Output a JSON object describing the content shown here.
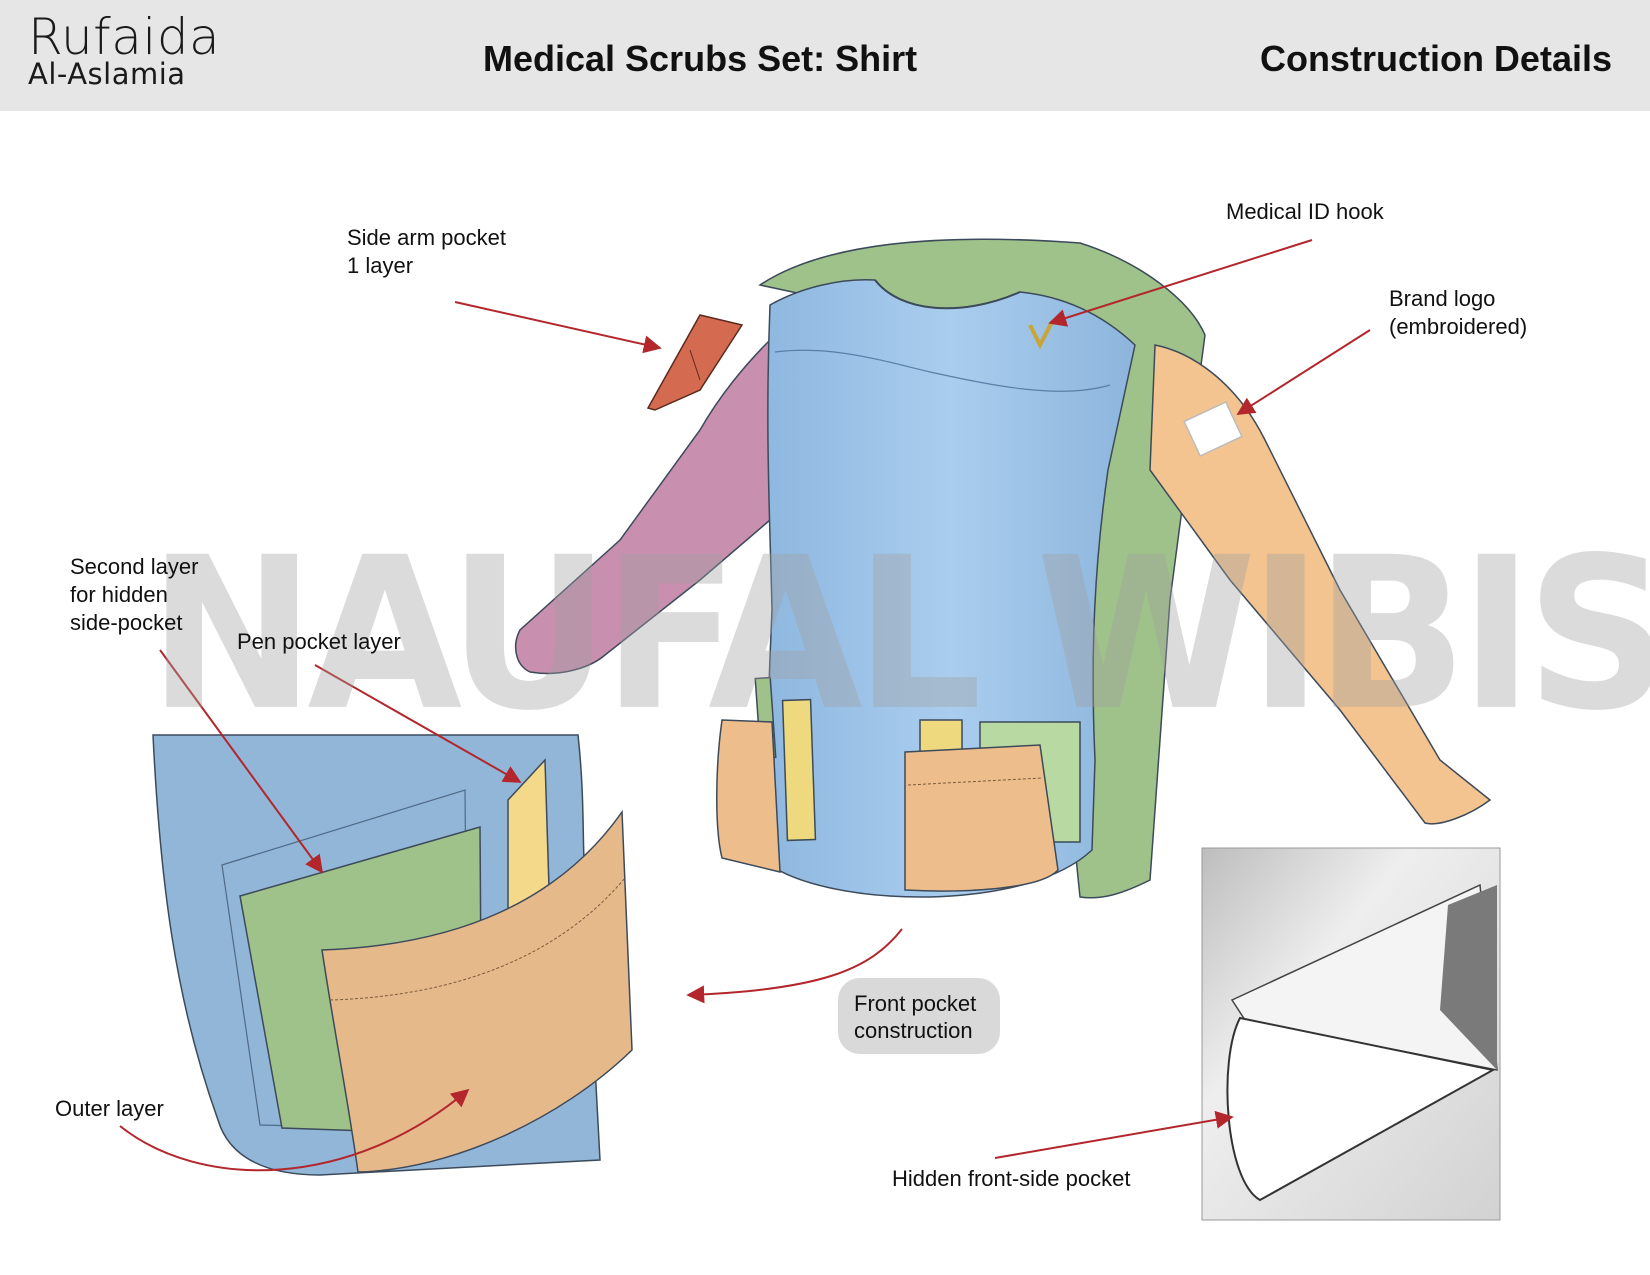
{
  "header": {
    "brand_line1": "Rufaida",
    "brand_line2": "Al-Aslamia",
    "title": "Medical Scrubs Set: Shirt",
    "subtitle": "Construction Details"
  },
  "labels": {
    "side_arm_pocket": "Side arm pocket\n1 layer",
    "medical_id_hook": "Medical ID hook",
    "brand_logo": "Brand logo\n(embroidered)",
    "second_layer": "Second layer\nfor hidden\nside-pocket",
    "pen_pocket": "Pen pocket layer",
    "outer_layer": "Outer layer",
    "front_pocket": "Front pocket\nconstruction",
    "hidden_pocket": "Hidden front-side pocket"
  },
  "watermark": "NAUFAL WIBISONO",
  "colors": {
    "body_blue": "#9cc3e8",
    "sleeve_pink": "#c98fae",
    "sleeve_orange": "#f3c390",
    "back_green": "#9fc28a",
    "pocket_orange": "#eebd8c",
    "pen_yellow": "#eed97e",
    "arm_pocket_red": "#d46a50",
    "arrow_red": "#b3262c"
  }
}
